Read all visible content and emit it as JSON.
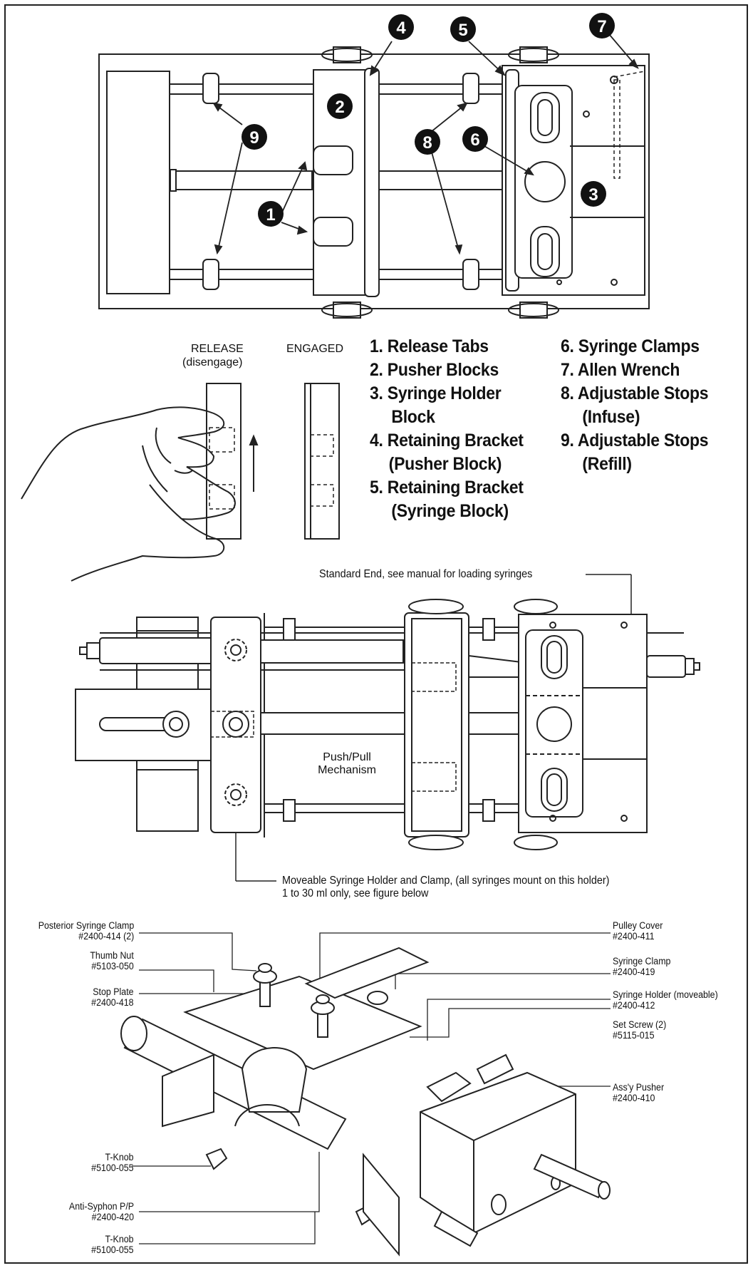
{
  "callouts": [
    "1",
    "2",
    "3",
    "4",
    "5",
    "6",
    "7",
    "8",
    "9"
  ],
  "hand_view": {
    "release_label": "RELEASE",
    "release_sub": "(disengage)",
    "engaged_label": "ENGAGED"
  },
  "legend": {
    "items": [
      {
        "number": "1.",
        "text": "Release Tabs",
        "cont": ""
      },
      {
        "number": "2.",
        "text": "Pusher Blocks",
        "cont": ""
      },
      {
        "number": "3.",
        "text": "Syringe Holder",
        "cont": "Block"
      },
      {
        "number": "4.",
        "text": "Retaining Bracket",
        "cont": "(Pusher Block)"
      },
      {
        "number": "5.",
        "text": "Retaining Bracket",
        "cont": "(Syringe Block)"
      },
      {
        "number": "6.",
        "text": "Syringe Clamps",
        "cont": ""
      },
      {
        "number": "7.",
        "text": "Allen Wrench",
        "cont": ""
      },
      {
        "number": "8.",
        "text": "Adjustable Stops",
        "cont": "(Infuse)"
      },
      {
        "number": "9.",
        "text": "Adjustable Stops",
        "cont": "(Refill)"
      }
    ]
  },
  "middle_view": {
    "standard_end": "Standard End, see manual for loading syringes",
    "mechanism_line1": "Push/Pull",
    "mechanism_line2": "Mechanism",
    "moveable_line1": "Moveable Syringe Holder and Clamp, (all syringes mount on this holder)",
    "moveable_line2": "1 to 30 ml only, see figure below"
  },
  "parts": {
    "left": [
      {
        "name": "Posterior Syringe Clamp",
        "part": "#2400-414 (2)"
      },
      {
        "name": "Thumb Nut",
        "part": "#5103-050"
      },
      {
        "name": "Stop Plate",
        "part": "#2400-418"
      },
      {
        "name": "T-Knob",
        "part": "#5100-055"
      },
      {
        "name": "Anti-Syphon P/P",
        "part": "#2400-420"
      },
      {
        "name": "T-Knob",
        "part": "#5100-055"
      }
    ],
    "right": [
      {
        "name": "Pulley Cover",
        "part": "#2400-411"
      },
      {
        "name": "Syringe Clamp",
        "part": "#2400-419"
      },
      {
        "name": "Syringe Holder (moveable)",
        "part": "#2400-412"
      },
      {
        "name": "Set Screw (2)",
        "part": "#5115-015"
      },
      {
        "name": "Ass'y Pusher",
        "part": "#2400-410"
      }
    ]
  }
}
